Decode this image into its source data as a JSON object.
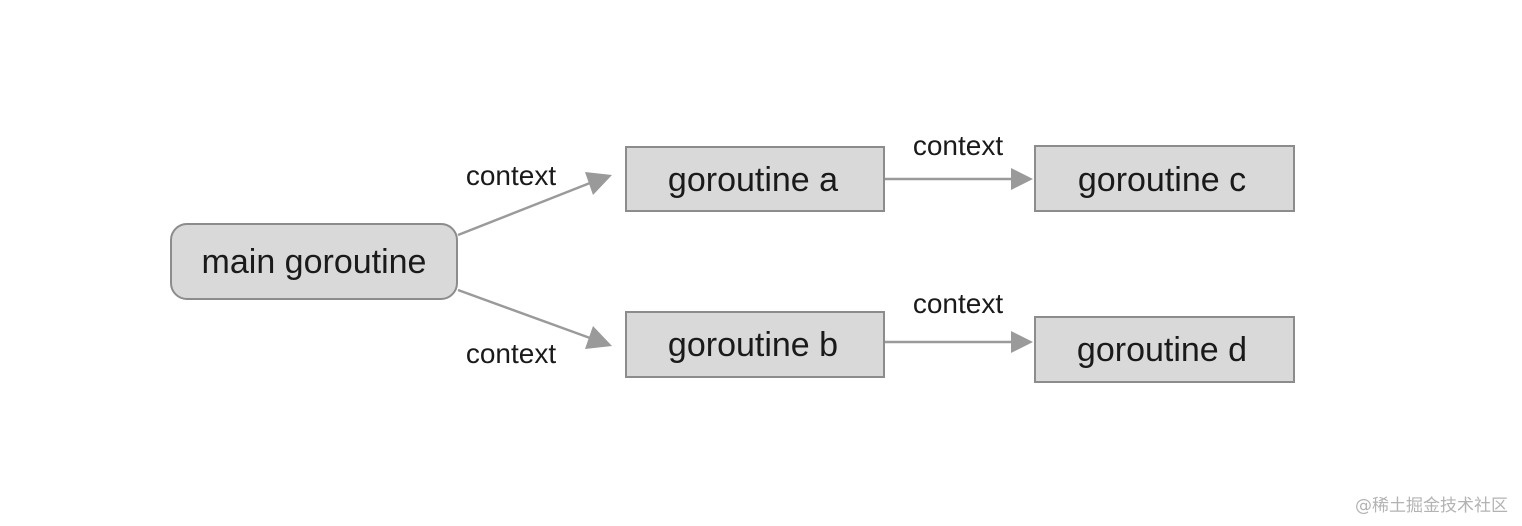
{
  "diagram": {
    "nodes": {
      "main": {
        "label": "main goroutine"
      },
      "a": {
        "label": "goroutine a"
      },
      "b": {
        "label": "goroutine b"
      },
      "c": {
        "label": "goroutine c"
      },
      "d": {
        "label": "goroutine d"
      }
    },
    "edges": {
      "main_a": {
        "label": "context"
      },
      "main_b": {
        "label": "context"
      },
      "a_c": {
        "label": "context"
      },
      "b_d": {
        "label": "context"
      }
    }
  },
  "colors": {
    "node_fill": "#d9d9d9",
    "node_stroke": "#8c8c8c",
    "arrow": "#9a9a9a",
    "text": "#1a1a1a"
  },
  "watermark": {
    "text": "@稀土掘金技术社区"
  }
}
